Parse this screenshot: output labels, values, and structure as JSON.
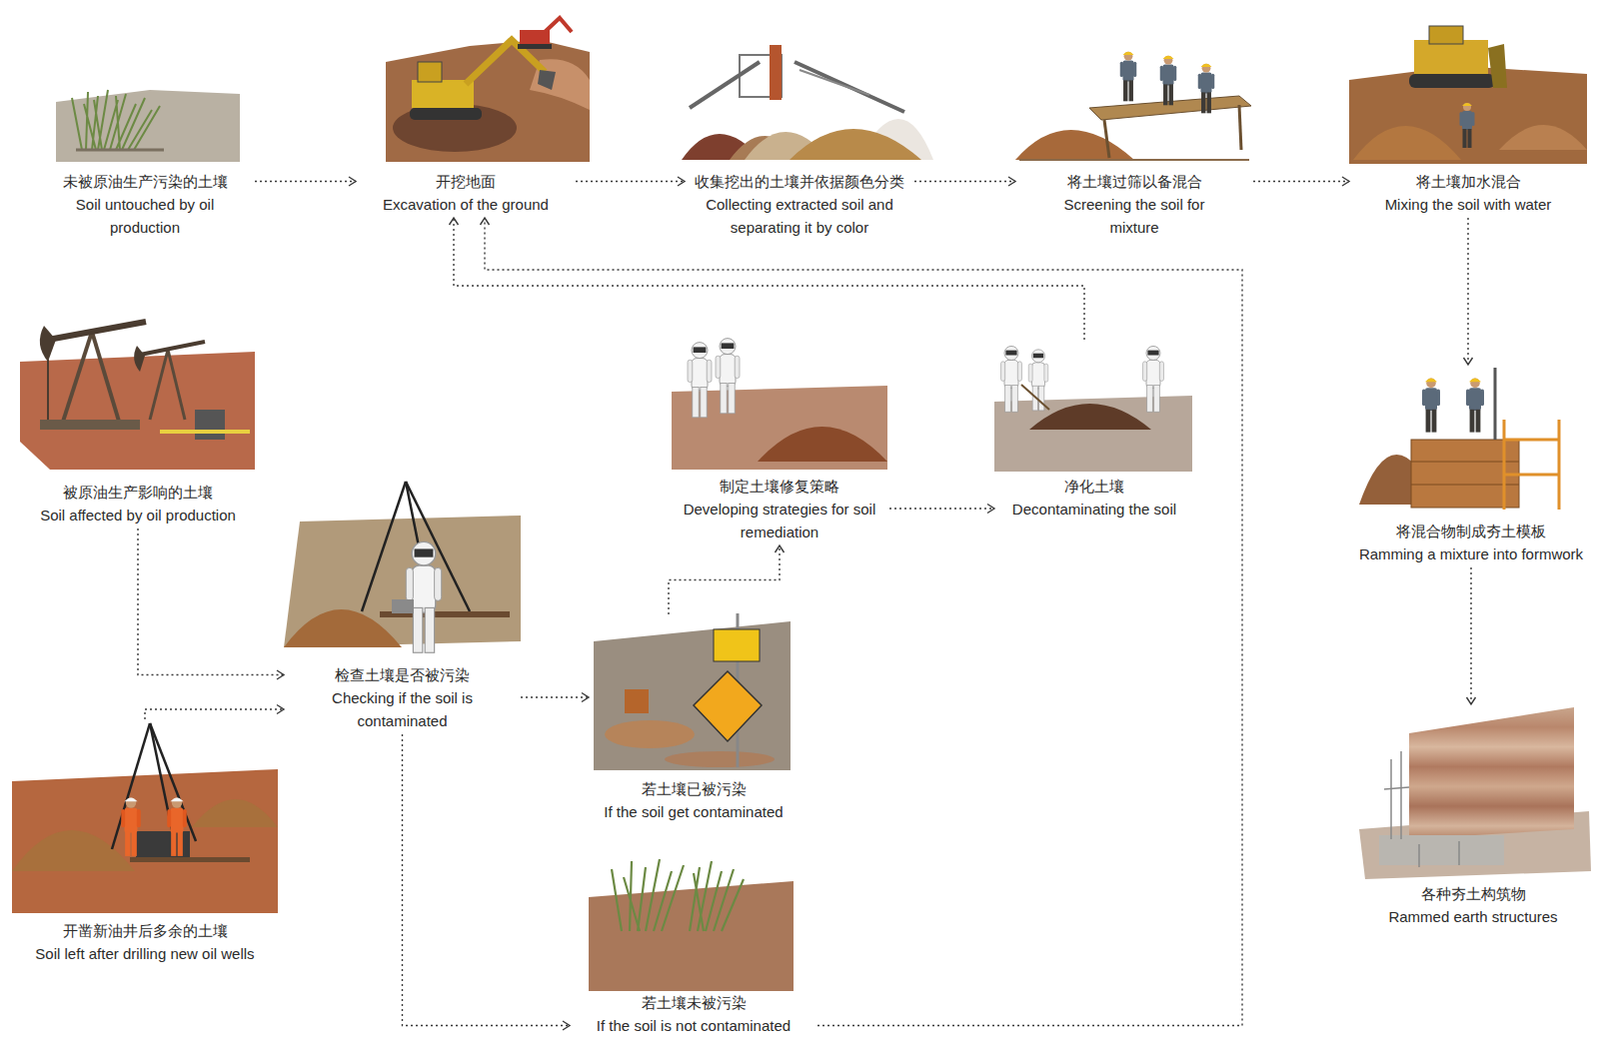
{
  "diagram": {
    "nodes": [
      {
        "text": [
          "未被原油生产污染的土壤",
          "Soil untouched by oil production"
        ]
      },
      {
        "text": [
          "开挖地面",
          "Excavation of the ground"
        ]
      },
      {
        "text": [
          "收集挖出的土壤并依据颜色分类",
          "Collecting extracted soil and separating it by color"
        ]
      },
      {
        "text": [
          "将土壤过筛以备混合",
          "Screening the soil for mixture"
        ]
      },
      {
        "text": [
          "将土壤加水混合",
          "Mixing the soil with water"
        ]
      },
      {
        "text": [
          "被原油生产影响的土壤",
          "Soil affected by oil production"
        ]
      },
      {
        "text": [
          "制定土壤修复策略",
          "Developing strategies for soil remediation"
        ]
      },
      {
        "text": [
          "净化土壤",
          "Decontaminating the soil"
        ]
      },
      {
        "text": [
          "将混合物制成夯土模板",
          "Ramming a mixture into formwork"
        ]
      },
      {
        "text": [
          "检查土壤是否被污染",
          "Checking if the soil is contaminated"
        ]
      },
      {
        "text": [
          "若土壤已被污染",
          "If the soil get contaminated"
        ]
      },
      {
        "text": [
          "开凿新油井后多余的土壤",
          "Soil left after drilling new oil wells"
        ]
      },
      {
        "text": [
          "各种夯土构筑物",
          "Rammed earth structures"
        ]
      },
      {
        "text": [
          "若土壤未被污染",
          "If the soil is not contaminated"
        ]
      }
    ],
    "edges": [
      {
        "from": 0,
        "to": 1,
        "arrow": "to"
      },
      {
        "from": 1,
        "to": 2,
        "arrow": "to"
      },
      {
        "from": 2,
        "to": 3,
        "arrow": "to"
      },
      {
        "from": 3,
        "to": 4,
        "arrow": "to"
      },
      {
        "from": 4,
        "to": 8,
        "arrow": "to"
      },
      {
        "from": 8,
        "to": 12,
        "arrow": "to"
      },
      {
        "from": 5,
        "to": 9,
        "arrow": "to"
      },
      {
        "from": 11,
        "to": 9,
        "arrow": "to"
      },
      {
        "from": 9,
        "to": 10,
        "arrow": "to"
      },
      {
        "from": 10,
        "to": 6,
        "arrow": "to"
      },
      {
        "from": 6,
        "to": 7,
        "arrow": "to"
      },
      {
        "from": 7,
        "to": 1,
        "arrow": "to"
      },
      {
        "from": 9,
        "to": 13,
        "arrow": "to"
      },
      {
        "from": 13,
        "to": 1,
        "arrow": "to"
      }
    ]
  }
}
